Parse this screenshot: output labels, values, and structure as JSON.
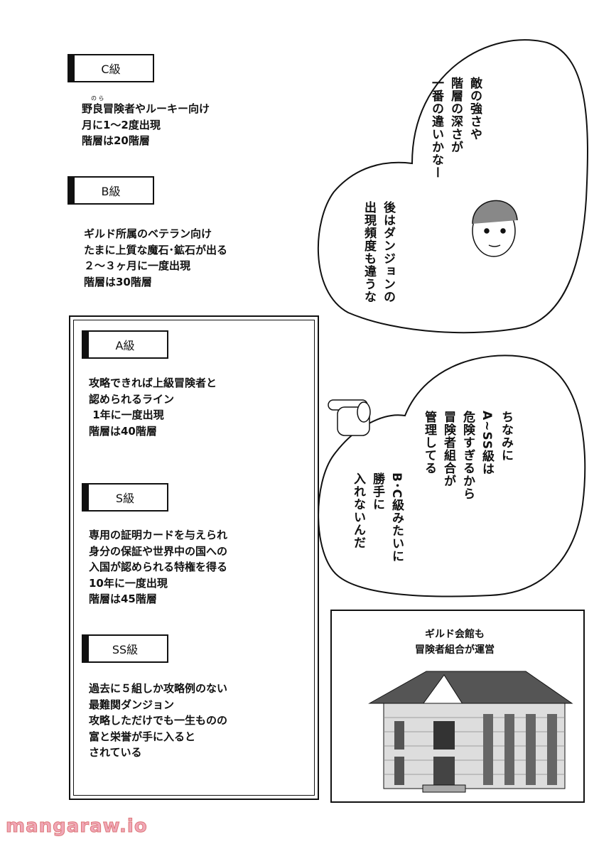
{
  "ranks": [
    {
      "label": "C級",
      "ruby": "の ら",
      "lines": "野良冒険者やルーキー向け\n月に1～2度出現\n階層は20階層"
    },
    {
      "label": "B級",
      "lines": "ギルド所属のベテラン向け\nたまに上質な魔石･鉱石が出る\n２～３ヶ月に一度出現\n階層は30階層"
    },
    {
      "label": "A級",
      "lines": "攻略できれば上級冒険者と\n認められるライン\n 1年に一度出現\n階層は40階層"
    },
    {
      "label": "S級",
      "lines": "専用の証明カードを与えられ\n身分の保証や世界中の国への\n入国が認められる特権を得る\n10年に一度出現\n階層は45階層"
    },
    {
      "label": "SS級",
      "lines": "過去に５組しか攻略例のない\n最難関ダンジョン\n攻略しただけでも一生ものの\n富と栄誉が手に入ると\nされている"
    }
  ],
  "bubbles": [
    {
      "text1": "敵の強さや\n階層の深さが\n一番の違いかなー",
      "text2": "後はダンジョンの\n出現頻度も違うな"
    },
    {
      "text1": "ちなみに\nA~SS級は\n危険すぎるから\n冒険者組合が\n管理してる",
      "text2": "B･C級みたいに\n勝手に\n入れないんだ"
    }
  ],
  "building_caption": "ギルド会館も\n冒険者組合が運営",
  "watermark": "mangaraw.io"
}
